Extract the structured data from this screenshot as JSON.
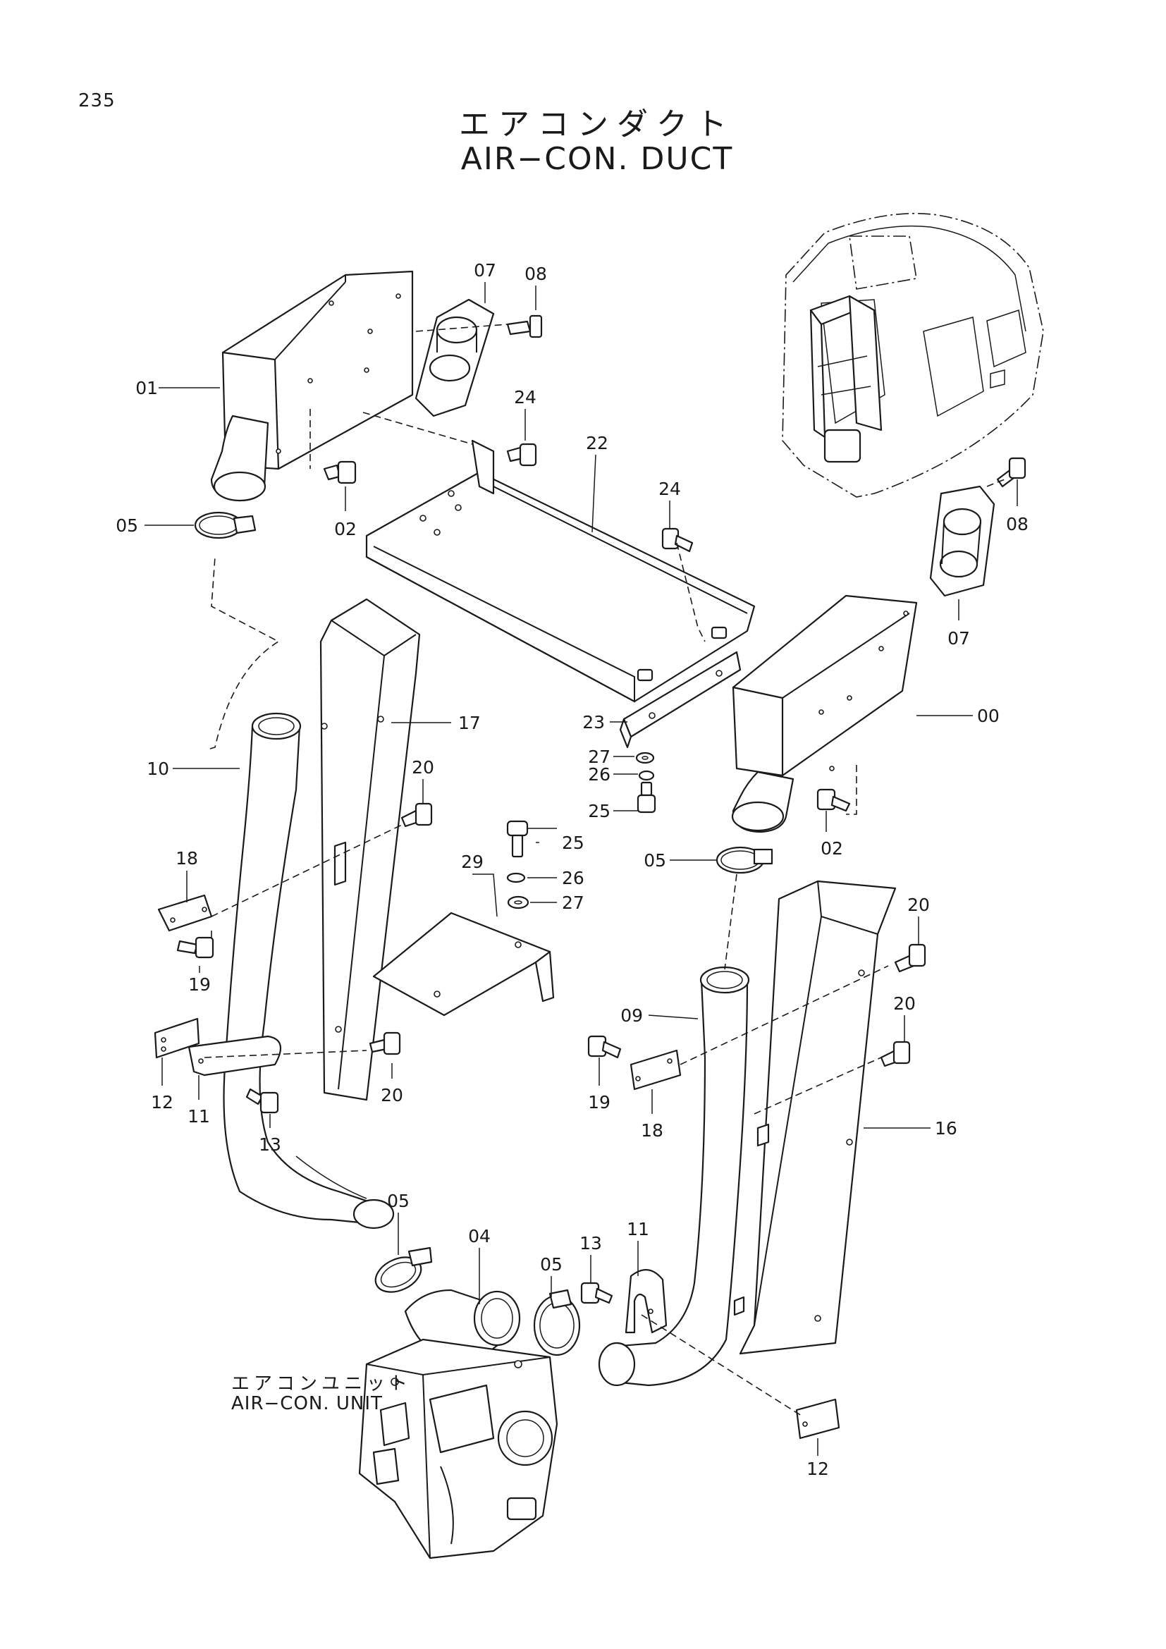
{
  "page_number": "235",
  "title_jp": "エアコンダクト",
  "title_en": "AIR−CON. DUCT",
  "unit_label_jp": "エアコンユニット",
  "unit_label_en": "AIR−CON. UNIT",
  "callouts": [
    {
      "label": "01",
      "name": "callout-01",
      "anchor": "end"
    },
    {
      "label": "07",
      "name": "callout-07-left",
      "anchor": "middle"
    },
    {
      "label": "08",
      "name": "callout-08-left",
      "anchor": "middle"
    },
    {
      "label": "24",
      "name": "callout-24-top",
      "anchor": "middle"
    },
    {
      "label": "22",
      "name": "callout-22",
      "anchor": "middle"
    },
    {
      "label": "02",
      "name": "callout-02-left",
      "anchor": "middle"
    },
    {
      "label": "05",
      "name": "callout-05-top-left",
      "anchor": "end"
    },
    {
      "label": "24",
      "name": "callout-24-mid",
      "anchor": "middle"
    },
    {
      "label": "08",
      "name": "callout-08-right",
      "anchor": "middle"
    },
    {
      "label": "07",
      "name": "callout-07-right",
      "anchor": "middle"
    },
    {
      "label": "00",
      "name": "callout-00",
      "anchor": "start"
    },
    {
      "label": "17",
      "name": "callout-17",
      "anchor": "start"
    },
    {
      "label": "10",
      "name": "callout-10",
      "anchor": "end"
    },
    {
      "label": "20",
      "name": "callout-20-top",
      "anchor": "middle"
    },
    {
      "label": "23",
      "name": "callout-23",
      "anchor": "end"
    },
    {
      "label": "27",
      "name": "callout-27-top",
      "anchor": "end"
    },
    {
      "label": "26",
      "name": "callout-26-top",
      "anchor": "end"
    },
    {
      "label": "25",
      "name": "callout-25-top",
      "anchor": "end"
    },
    {
      "label": "02",
      "name": "callout-02-right",
      "anchor": "middle"
    },
    {
      "label": "18",
      "name": "callout-18-left",
      "anchor": "middle"
    },
    {
      "label": "25",
      "name": "callout-25-mid",
      "anchor": "start"
    },
    {
      "label": "26",
      "name": "callout-26-mid",
      "anchor": "start"
    },
    {
      "label": "27",
      "name": "callout-27-mid",
      "anchor": "start"
    },
    {
      "label": "29",
      "name": "callout-29",
      "anchor": "middle"
    },
    {
      "label": "05",
      "name": "callout-05-mid",
      "anchor": "end"
    },
    {
      "label": "20",
      "name": "callout-20-right-top",
      "anchor": "middle"
    },
    {
      "label": "19",
      "name": "callout-19-left",
      "anchor": "middle"
    },
    {
      "label": "09",
      "name": "callout-09",
      "anchor": "end"
    },
    {
      "label": "20",
      "name": "callout-20-right-mid",
      "anchor": "middle"
    },
    {
      "label": "20",
      "name": "callout-20-left-low",
      "anchor": "middle"
    },
    {
      "label": "12",
      "name": "callout-12-left",
      "anchor": "middle"
    },
    {
      "label": "11",
      "name": "callout-11-left",
      "anchor": "middle"
    },
    {
      "label": "19",
      "name": "callout-19-right",
      "anchor": "middle"
    },
    {
      "label": "18",
      "name": "callout-18-right",
      "anchor": "middle"
    },
    {
      "label": "16",
      "name": "callout-16",
      "anchor": "start"
    },
    {
      "label": "13",
      "name": "callout-13-left",
      "anchor": "middle"
    },
    {
      "label": "05",
      "name": "callout-05-lower-left",
      "anchor": "middle"
    },
    {
      "label": "04",
      "name": "callout-04",
      "anchor": "middle"
    },
    {
      "label": "11",
      "name": "callout-11-right",
      "anchor": "middle"
    },
    {
      "label": "13",
      "name": "callout-13-right",
      "anchor": "middle"
    },
    {
      "label": "05",
      "name": "callout-05-lower-right",
      "anchor": "middle"
    },
    {
      "label": "12",
      "name": "callout-12-right",
      "anchor": "middle"
    }
  ]
}
